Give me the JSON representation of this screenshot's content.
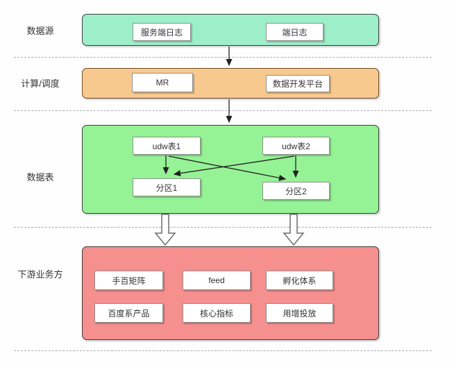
{
  "diagram": {
    "lanes": [
      {
        "label": "数据源",
        "color": "#9defc9",
        "nodes": [
          "服务端日志",
          "端日志"
        ]
      },
      {
        "label": "计算/调度",
        "color": "#f8c98e",
        "nodes": [
          "MR",
          "数据开发平台"
        ]
      },
      {
        "label": "数据表",
        "color": "#95f295",
        "nodes": [
          "udw表1",
          "udw表2",
          "分区1",
          "分区2"
        ]
      },
      {
        "label": "下游业务方",
        "color": "#f5908e",
        "nodes": [
          "手百矩阵",
          "feed",
          "孵化体系",
          "百度系产品",
          "核心指标",
          "用增投放"
        ]
      }
    ],
    "edges": [
      {
        "from": "数据源",
        "to": "计算/调度",
        "style": "thin-arrow"
      },
      {
        "from": "计算/调度",
        "to": "数据表",
        "style": "thin-arrow"
      },
      {
        "from": "udw表1",
        "to": "分区1",
        "style": "thin-arrow"
      },
      {
        "from": "udw表1",
        "to": "分区2",
        "style": "thin-arrow"
      },
      {
        "from": "udw表2",
        "to": "分区1",
        "style": "thin-arrow"
      },
      {
        "from": "udw表2",
        "to": "分区2",
        "style": "thin-arrow"
      },
      {
        "from": "数据表",
        "to": "下游业务方",
        "style": "hollow-arrow",
        "position": "left"
      },
      {
        "from": "数据表",
        "to": "下游业务方",
        "style": "hollow-arrow",
        "position": "right"
      }
    ],
    "separator_color": "#a9a9a9",
    "arrow_color": "#222222"
  }
}
